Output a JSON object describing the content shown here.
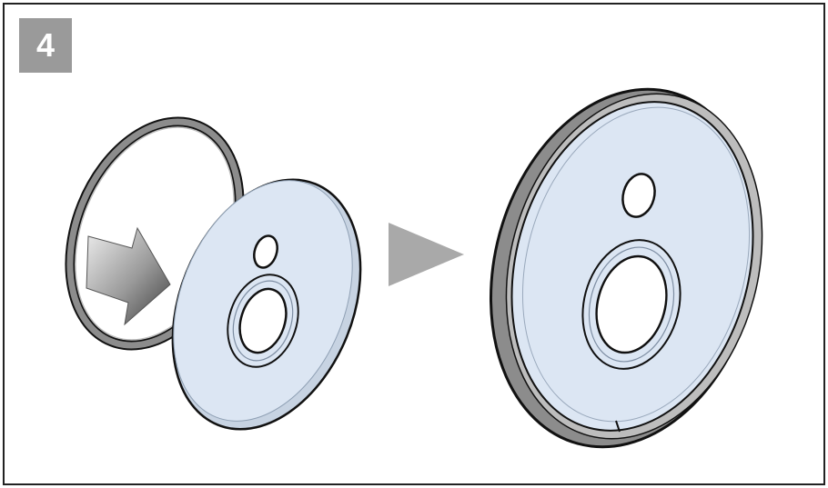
{
  "step": {
    "number": "4"
  },
  "colors": {
    "badge_bg": "#9a9a9a",
    "badge_text": "#ffffff",
    "disc_fill": "#dce6f3",
    "disc_rim": "#c7d3e2",
    "ring_fill": "#8c8c8c",
    "ring_inner": "#bdbdbd",
    "outline": "#111111",
    "arrow_dark": "#4a4a4a",
    "arrow_light": "#e8e8e8",
    "next_arrow": "#a9a9a9"
  },
  "icons": {
    "insert_arrow": "gradient-arrow-right-down",
    "next_step_arrow": "triangle-right"
  }
}
